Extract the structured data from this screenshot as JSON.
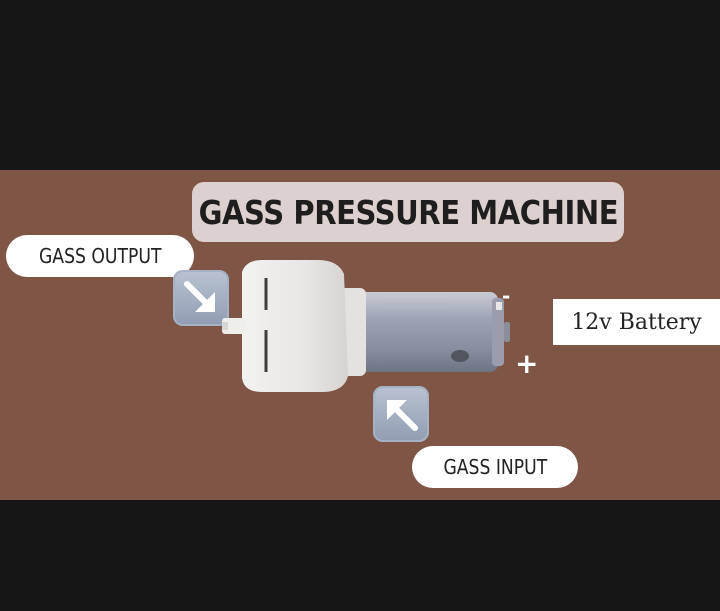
{
  "title": "GASS PRESSURE MACHINE",
  "labels": {
    "gas_output": "GASS OUTPUT",
    "gas_input": "GASS INPUT",
    "battery": "12v Battery"
  },
  "terminals": {
    "negative": "-",
    "positive": "+"
  },
  "icons": {
    "output_arrow": "arrow-down-right-icon",
    "input_arrow": "arrow-up-left-icon"
  },
  "colors": {
    "background": "#7f5546",
    "letterbox": "#161616",
    "title_box": "#ddd1cf"
  }
}
